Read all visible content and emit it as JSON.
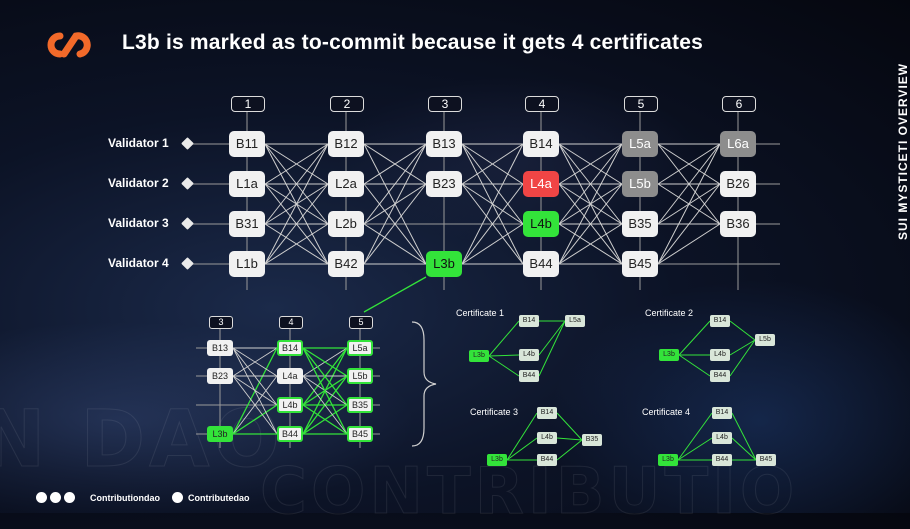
{
  "title": "L3b is marked as to-commit because it gets 4 certificates",
  "side_label": "SUI MYSTICETI OVERVIEW",
  "watermark_text": "CONTRIBUTIONDAO",
  "validators": [
    "Validator 1",
    "Validator 2",
    "Validator 3",
    "Validator 4"
  ],
  "rounds": [
    "1",
    "2",
    "3",
    "4",
    "5",
    "6"
  ],
  "grid": [
    [
      "B11",
      "L1a",
      "B31",
      "L1b"
    ],
    [
      "B12",
      "L2a",
      "L2b",
      "B42"
    ],
    [
      "B13",
      "B23",
      "",
      "L3b"
    ],
    [
      "B14",
      "L4a",
      "L4b",
      "B44"
    ],
    [
      "L5a",
      "L5b",
      "B35",
      "B45"
    ],
    [
      "L6a",
      "B26",
      "B36",
      ""
    ]
  ],
  "inset": {
    "rounds": [
      "3",
      "4",
      "5"
    ],
    "col3": [
      "B13",
      "B23",
      "",
      "L3b"
    ],
    "col4": [
      "B14",
      "L4a",
      "L4b",
      "B44"
    ],
    "col5": [
      "L5a",
      "L5b",
      "B35",
      "B45"
    ]
  },
  "certificates": [
    {
      "title": "Certificate 1",
      "root": "L3b",
      "mid": [
        "B14",
        "L4b",
        "B44"
      ],
      "leaf": "L5a"
    },
    {
      "title": "Certificate 2",
      "root": "L3b",
      "mid": [
        "B14",
        "L4b",
        "B44"
      ],
      "leaf": "L5b"
    },
    {
      "title": "Certificate 3",
      "root": "L3b",
      "mid": [
        "B14",
        "L4b",
        "B44"
      ],
      "leaf": "B35"
    },
    {
      "title": "Certificate 4",
      "root": "L3b",
      "mid": [
        "B14",
        "L4b",
        "B44"
      ],
      "leaf": "B45"
    }
  ],
  "footer": {
    "handle1": "Contributiondao",
    "handle2": "Contributedao"
  },
  "colors": {
    "accent": "#f26a2a",
    "green": "#33e33a",
    "red": "#f04545",
    "gray": "#8d8d8d",
    "block": "#f1f1f1"
  }
}
